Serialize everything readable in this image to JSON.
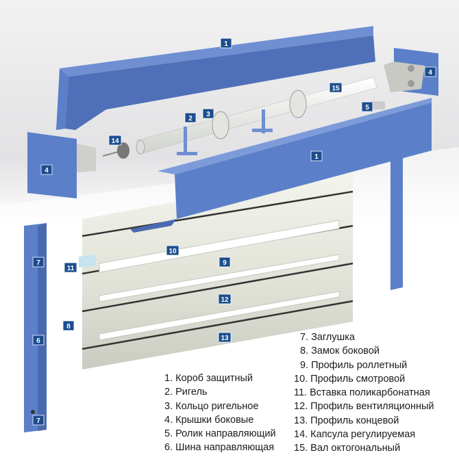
{
  "badges": {
    "b1_top": "1",
    "b4_right": "4",
    "b15": "15",
    "b3": "3",
    "b2": "2",
    "b5": "5",
    "b14": "14",
    "b1_front": "1",
    "b4_left": "4",
    "b10": "10",
    "b11": "11",
    "b9": "9",
    "b7_top": "7",
    "b12": "12",
    "b8": "8",
    "b13": "13",
    "b6": "6",
    "b7_bottom": "7"
  },
  "legend": {
    "left": [
      "1. Короб защитный",
      "2. Ригель",
      "3. Кольцо ригельное",
      "4. Крышки боковые",
      "5. Ролик направляющий",
      "6. Шина направляющая"
    ],
    "right": [
      "7. Заглушка",
      "8. Замок боковой",
      "9. Профиль роллетный",
      "10. Профиль смотровой",
      "11. Вставка поликарбонатная",
      "12. Профиль вентиляционный",
      "13. Профиль концевой",
      "14. Капсула регулируемая",
      "15. Вал октогональный"
    ]
  },
  "colors": {
    "part_blue": "#5b7fc9",
    "badge": "#1c4d8e",
    "slat": "#e9ebe0"
  }
}
